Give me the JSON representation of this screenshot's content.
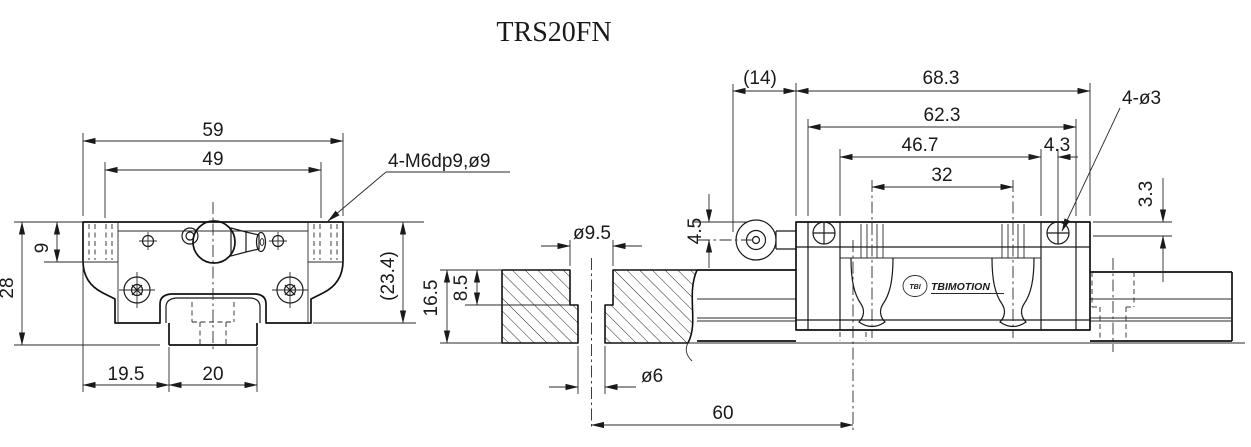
{
  "title": "TRS20FN",
  "logo": {
    "badge": "TBI",
    "name": "TBIMOTION"
  },
  "front_view": {
    "callout_thread": "4-M6dp9,ø9",
    "dim_overall_width": "59",
    "dim_mount_hole_span": "49",
    "dim_flange_height": "9",
    "dim_assembly_height": "28",
    "dim_block_height": "(23.4)",
    "dim_edge_to_rail": "19.5",
    "dim_rail_width": "20"
  },
  "side_view": {
    "callout_endplate_holes": "4-ø3",
    "dim_grease_nipple_protrusion": "(14)",
    "dim_total_length": "68.3",
    "dim_length_incl_endplates": "62.3",
    "dim_body_length": "46.7",
    "dim_endplate_hole_offset": "4.3",
    "dim_mount_hole_pitch": "32",
    "dim_top_to_rail_offset": "3.3",
    "dim_nipple_center_height": "4.5",
    "dim_counterbore_dia": "ø9.5",
    "dim_counterbore_depth": "8.5",
    "dim_rail_height": "16.5",
    "dim_through_hole_dia": "ø6",
    "dim_rail_hole_pitch": "60"
  }
}
